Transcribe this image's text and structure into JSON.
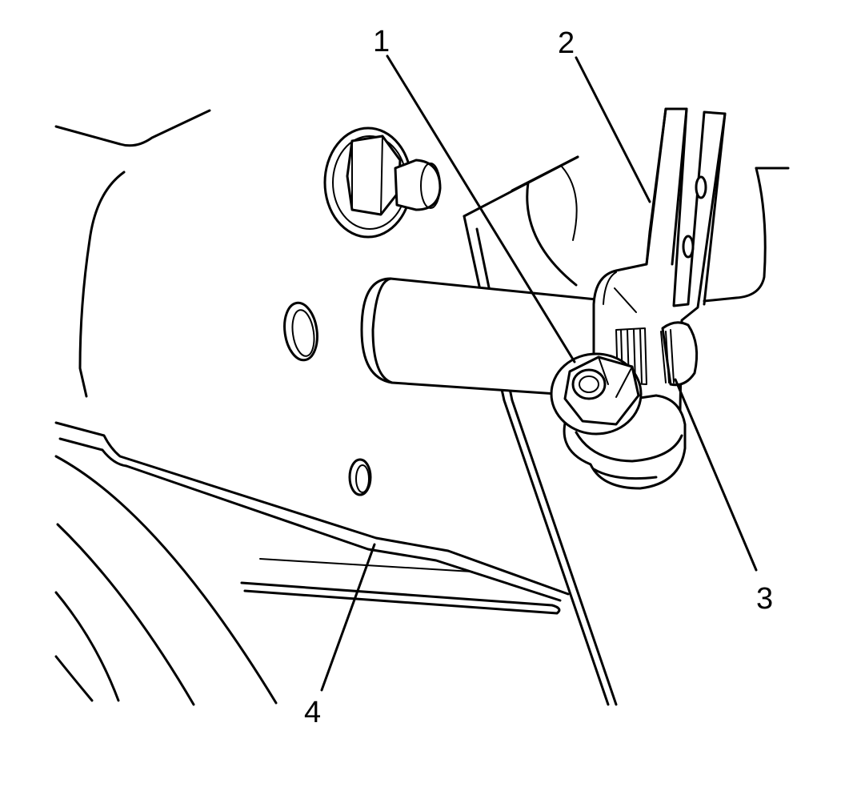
{
  "diagram": {
    "callouts": [
      {
        "id": "1",
        "label": "1"
      },
      {
        "id": "2",
        "label": "2"
      },
      {
        "id": "3",
        "label": "3"
      },
      {
        "id": "4",
        "label": "4"
      }
    ],
    "line_color": "#000000",
    "background_color": "#ffffff"
  }
}
